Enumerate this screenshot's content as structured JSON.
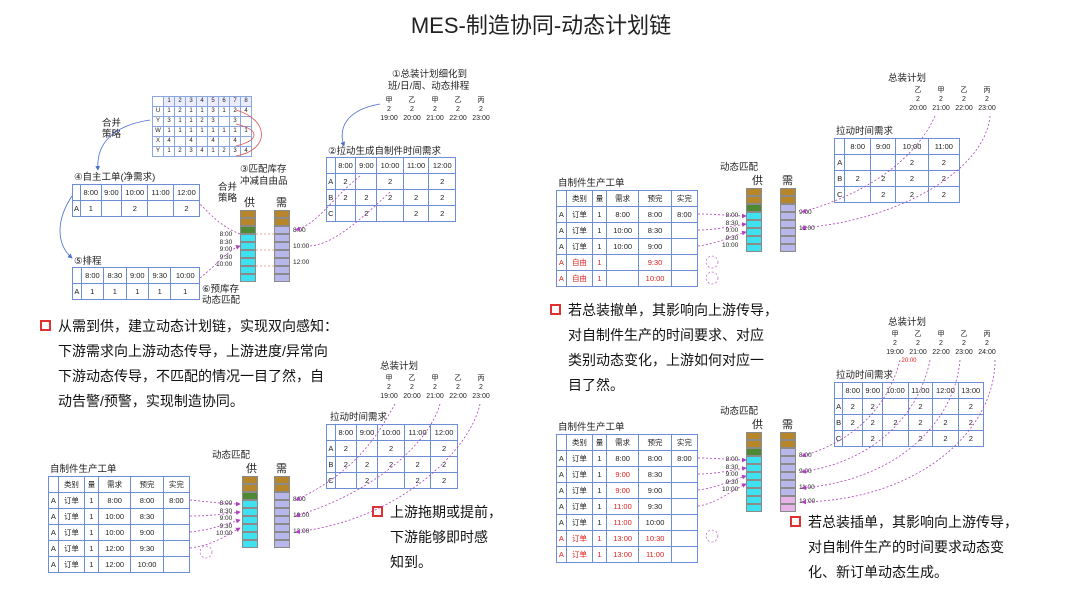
{
  "title": "MES-制造协同-动态计划链",
  "panel1": {
    "steps": {
      "s1": "①总装计划细化到",
      "s1b": "班/日/周、动态排程",
      "s2": "②拉动生成自制件时间需求",
      "s3a": "③匹配库存",
      "s3b": "冲减自由品",
      "s4": "④自主工单(净需求)",
      "s5": "⑤排程",
      "s6a": "⑥预库存",
      "s6b": "动态匹配"
    },
    "merge_left": [
      "合并",
      "策略"
    ],
    "merge_right": [
      "合并",
      "策略"
    ],
    "supply": "供",
    "demand": "需",
    "plan_head": [
      [
        "甲",
        "2",
        "19:00"
      ],
      [
        "乙",
        "2",
        "20:00"
      ],
      [
        "甲",
        "2",
        "21:00"
      ],
      [
        "乙",
        "2",
        "22:00"
      ],
      [
        "丙",
        "2",
        "23:00"
      ]
    ],
    "pull_table": {
      "header": [
        "",
        "8:00",
        "9:00",
        "10:00",
        "11:00",
        "12:00"
      ],
      "rows": [
        [
          "A",
          "2",
          "",
          "2",
          "",
          "2"
        ],
        [
          "B",
          "2",
          "2",
          "2",
          "2",
          "2"
        ],
        [
          "C",
          "",
          "2",
          "",
          "2",
          "2"
        ]
      ]
    },
    "wo_table": {
      "header": [
        "",
        "8:00",
        "9:00",
        "10:00",
        "11:00",
        "12:00"
      ],
      "rows": [
        [
          "A",
          "1",
          "",
          "2",
          "",
          "2"
        ]
      ]
    },
    "sched_table": {
      "header": [
        "",
        "8:00",
        "8:30",
        "9:00",
        "9:30",
        "10:00"
      ],
      "rows": [
        [
          "A",
          "1",
          "1",
          "1",
          "1",
          "1"
        ]
      ]
    },
    "left_times": [
      "8:00",
      "8:30",
      "9:00",
      "9:30",
      "10:00"
    ],
    "right_times": [
      "8:00",
      "10:00",
      "12:00"
    ],
    "grid": {
      "header": [
        "",
        "1",
        "2",
        "3",
        "4",
        "5",
        "6",
        "7",
        "8"
      ],
      "rows": [
        [
          "U",
          "1",
          "2",
          "1",
          "1",
          "3",
          "1",
          "2",
          "4"
        ],
        [
          "Y",
          "3",
          "1",
          "1",
          "2",
          "3",
          "",
          "3",
          ""
        ],
        [
          "W",
          "1",
          "1",
          "1",
          "1",
          "1",
          "1",
          "1",
          "1"
        ],
        [
          "X",
          "4",
          "",
          "4",
          "",
          "4",
          "",
          "4",
          ""
        ],
        [
          "Y",
          "1",
          "2",
          "3",
          "4",
          "1",
          "2",
          "3",
          "4"
        ]
      ]
    }
  },
  "callout1": [
    "从需到供，建立动态计划链，实现双向感知：",
    "下游需求向上游动态传导，上游进度/异常向",
    "下游动态传导，不匹配的情况一目了然，自",
    "动告警/预警，实现制造协同。"
  ],
  "panel2": {
    "assembly_label": "总装计划",
    "pull_label": "拉动时间需求",
    "match_label": "动态匹配",
    "wo_label": "自制件生产工单",
    "supply": "供",
    "demand": "需",
    "plan_head": [
      [
        "甲",
        "2",
        "19:00"
      ],
      [
        "乙",
        "2",
        "20:00"
      ],
      [
        "甲",
        "2",
        "21:00"
      ],
      [
        "乙",
        "2",
        "22:00"
      ],
      [
        "丙",
        "2",
        "23:00"
      ]
    ],
    "pull_table": {
      "header": [
        "",
        "8:00",
        "9:00",
        "10:00",
        "11:00",
        "12:00"
      ],
      "rows": [
        [
          "A",
          "2",
          "",
          "2",
          "",
          "2"
        ],
        [
          "B",
          "2",
          "2",
          "2",
          "2",
          "2"
        ],
        [
          "C",
          "",
          "2",
          "",
          "2",
          "2"
        ]
      ]
    },
    "wo_table": {
      "header": [
        "",
        "类别",
        "量",
        "需求",
        "预完",
        "实完"
      ],
      "rows": [
        [
          "A",
          "订单",
          "1",
          "8:00",
          "8:00",
          "8:00"
        ],
        [
          "A",
          "订单",
          "1",
          "10:00",
          "8:30",
          ""
        ],
        [
          "A",
          "订单",
          "1",
          "10:00",
          "9:00",
          ""
        ],
        [
          "A",
          "订单",
          "1",
          "12:00",
          "9:30",
          ""
        ],
        [
          "A",
          "订单",
          "1",
          "12:00",
          "10:00",
          ""
        ]
      ]
    },
    "left_times": [
      "8:00",
      "8:30",
      "9:00",
      "9:30",
      "10:00"
    ],
    "right_times": [
      "8:00",
      "10:00",
      "12:00"
    ]
  },
  "callout2": [
    "上游拖期或提前，",
    "下游能够即时感",
    "知到。"
  ],
  "panel3": {
    "assembly_label": "总装计划",
    "pull_label": "拉动时间需求",
    "match_label": "动态匹配",
    "wo_label": "自制件生产工单",
    "supply": "供",
    "demand": "需",
    "plan_head": [
      [
        "",
        "",
        "",
        ""
      ],
      [
        "乙",
        "2",
        "20:00"
      ],
      [
        "甲",
        "2",
        "21:00"
      ],
      [
        "乙",
        "2",
        "22:00"
      ],
      [
        "丙",
        "2",
        "23:00"
      ]
    ],
    "pull_table": {
      "header": [
        "",
        "8:00",
        "9:00",
        "10:00",
        "11:00"
      ],
      "rows": [
        [
          "A",
          "",
          "",
          "2",
          "2"
        ],
        [
          "B",
          "2",
          "2",
          "2",
          "2"
        ],
        [
          "C",
          "",
          "2",
          "2",
          "2"
        ]
      ]
    },
    "wo_table": {
      "header": [
        "",
        "类别",
        "量",
        "需求",
        "预完",
        "实完"
      ],
      "rows": [
        [
          "A",
          "订单",
          "1",
          "8:00",
          "8:00",
          "8:00"
        ],
        [
          "A",
          "订单",
          "1",
          "10:00",
          "8:30",
          ""
        ],
        [
          "A",
          "订单",
          "1",
          "10:00",
          "9:00",
          ""
        ],
        [
          "A",
          "自由",
          "1",
          "",
          "9:30",
          ""
        ],
        [
          "A",
          "自由",
          "1",
          "",
          "10:00",
          ""
        ]
      ]
    },
    "left_times": [
      "8:00",
      "8:30",
      "9:00",
      "9:30",
      "10:00"
    ],
    "right_times": [
      "9:00",
      "11:00"
    ]
  },
  "callout3": [
    "若总装撤单，其影响向上游传导，",
    "对自制件生产的时间要求、对应",
    "类别动态变化，上游如何对应一",
    "目了然。"
  ],
  "panel4": {
    "assembly_label": "总装计划",
    "pull_label": "拉动时间需求",
    "match_label": "动态匹配",
    "wo_label": "自制件生产工单",
    "supply": "供",
    "demand": "需",
    "plan_head": [
      [
        "甲",
        "2",
        "19:00"
      ],
      [
        "乙",
        "2",
        "21:00"
      ],
      [
        "甲",
        "2",
        "22:00"
      ],
      [
        "乙",
        "2",
        "23:00"
      ],
      [
        "丙",
        "2",
        "24:00"
      ]
    ],
    "plan_red": "20:00",
    "pull_table": {
      "header": [
        "",
        "8:00",
        "9:00",
        "10:00",
        "11:00",
        "12:00",
        "13:00"
      ],
      "rows": [
        [
          "A",
          "2",
          "2",
          "",
          "2",
          "",
          "2"
        ],
        [
          "B",
          "2",
          "2",
          "2",
          "2",
          "2",
          "2"
        ],
        [
          "C",
          "",
          "2",
          "",
          "2",
          "2",
          "2"
        ]
      ]
    },
    "wo_table": {
      "header": [
        "",
        "类别",
        "量",
        "需求",
        "预完",
        "实完"
      ],
      "rows": [
        [
          "A",
          "订单",
          "1",
          "8:00",
          "8:00",
          "8:00"
        ],
        [
          "A",
          "订单",
          "1",
          "9:00",
          "8:30",
          ""
        ],
        [
          "A",
          "订单",
          "1",
          "9:00",
          "9:00",
          ""
        ],
        [
          "A",
          "订单",
          "1",
          "11:00",
          "9:30",
          ""
        ],
        [
          "A",
          "订单",
          "1",
          "11:00",
          "10:00",
          ""
        ],
        [
          "A",
          "订单",
          "1",
          "13:00",
          "10:30",
          ""
        ],
        [
          "A",
          "订单",
          "1",
          "13:00",
          "11:00",
          ""
        ]
      ]
    },
    "left_times": [
      "8:00",
      "8:30",
      "9:00",
      "9:30",
      "10:00"
    ],
    "right_times": [
      "8:00",
      "9:00",
      "11:00",
      "13:00"
    ]
  },
  "callout4": [
    "若总装插单，其影响向上游传导，",
    "对自制件生产的时间要求动态变",
    "化、新订单动态生成。"
  ],
  "colors": {
    "accent_red": "#e03030",
    "grid_blue": "#6b8ed6",
    "arrow_purple": "#b040c0",
    "arrow_blue": "#4a6fd0"
  }
}
